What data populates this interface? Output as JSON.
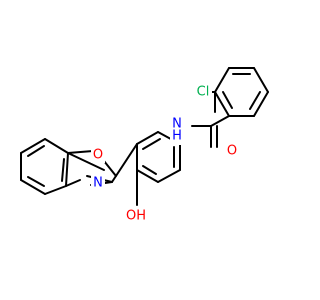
{
  "molecule": {
    "atoms": {
      "cl": {
        "text": "Cl",
        "color": "#00b050"
      },
      "nh": {
        "text": "N\nH",
        "n": "N",
        "h": "H",
        "color": "#0000ff"
      },
      "o_carbonyl": {
        "text": "O",
        "color": "#ff0000"
      },
      "o_oxazole": {
        "text": "O",
        "color": "#ff0000"
      },
      "n_oxazole": {
        "text": "N",
        "color": "#0000ff"
      },
      "oh": {
        "text": "OH",
        "o": "O",
        "h": "H",
        "color": "#ff0000"
      }
    }
  }
}
